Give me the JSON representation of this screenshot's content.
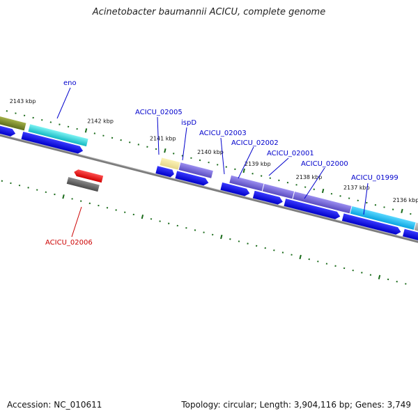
{
  "title": "Acinetobacter baumannii ACICU, complete genome",
  "footer": {
    "accession": "Accession: NC_010611",
    "topology": "Topology: circular; Length: 3,904,116 bp; Genes: 3,749"
  },
  "scale_labels": [
    "2143 kbp",
    "2142 kbp",
    "2141 kbp",
    "2140 kbp",
    "2139 kbp",
    "2138 kbp",
    "2137 kbp",
    "2136 kbp"
  ],
  "gene_labels": [
    {
      "text": "eno",
      "color": "#0000cc"
    },
    {
      "text": "ACICU_02005",
      "color": "#0000cc"
    },
    {
      "text": "ispD",
      "color": "#0000cc"
    },
    {
      "text": "ACICU_02003",
      "color": "#0000cc"
    },
    {
      "text": "ACICU_02002",
      "color": "#0000cc"
    },
    {
      "text": "ACICU_02001",
      "color": "#0000cc"
    },
    {
      "text": "ACICU_02000",
      "color": "#0000cc"
    },
    {
      "text": "ACICU_01999",
      "color": "#0000cc"
    },
    {
      "text": "ACICU_02006",
      "color": "#cc0000"
    }
  ],
  "colors": {
    "cds_forward": "#0000ee",
    "tick_marks": "#1a6b1a",
    "backbone": "#808080",
    "highlight_red": "#ee0000"
  }
}
